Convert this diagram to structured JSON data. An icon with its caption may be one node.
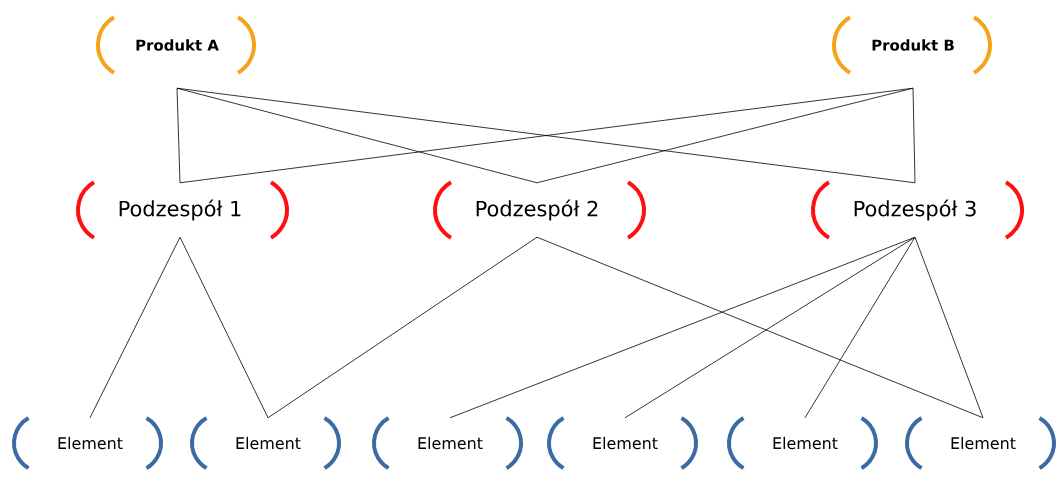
{
  "diagram": {
    "nodes": [
      {
        "text": [
          "Produkt A"
        ]
      },
      {
        "text": [
          "Produkt B"
        ]
      },
      {
        "text": [
          "Podzespół 1"
        ]
      },
      {
        "text": [
          "Podzespół 2"
        ]
      },
      {
        "text": [
          "Podzespół 3"
        ]
      },
      {
        "text": [
          "Element"
        ]
      },
      {
        "text": [
          "Element"
        ]
      },
      {
        "text": [
          "Element"
        ]
      },
      {
        "text": [
          "Element"
        ]
      },
      {
        "text": [
          "Element"
        ]
      },
      {
        "text": [
          "Element"
        ]
      }
    ],
    "edges": [
      {
        "from": 0,
        "to": 2,
        "arrow": "none"
      },
      {
        "from": 0,
        "to": 3,
        "arrow": "none"
      },
      {
        "from": 0,
        "to": 4,
        "arrow": "none"
      },
      {
        "from": 1,
        "to": 2,
        "arrow": "none"
      },
      {
        "from": 1,
        "to": 3,
        "arrow": "none"
      },
      {
        "from": 1,
        "to": 4,
        "arrow": "none"
      },
      {
        "from": 2,
        "to": 5,
        "arrow": "none"
      },
      {
        "from": 2,
        "to": 6,
        "arrow": "none"
      },
      {
        "from": 3,
        "to": 6,
        "arrow": "none"
      },
      {
        "from": 3,
        "to": 10,
        "arrow": "none"
      },
      {
        "from": 4,
        "to": 7,
        "arrow": "none"
      },
      {
        "from": 4,
        "to": 8,
        "arrow": "none"
      },
      {
        "from": 4,
        "to": 9,
        "arrow": "none"
      },
      {
        "from": 4,
        "to": 10,
        "arrow": "none"
      }
    ]
  }
}
